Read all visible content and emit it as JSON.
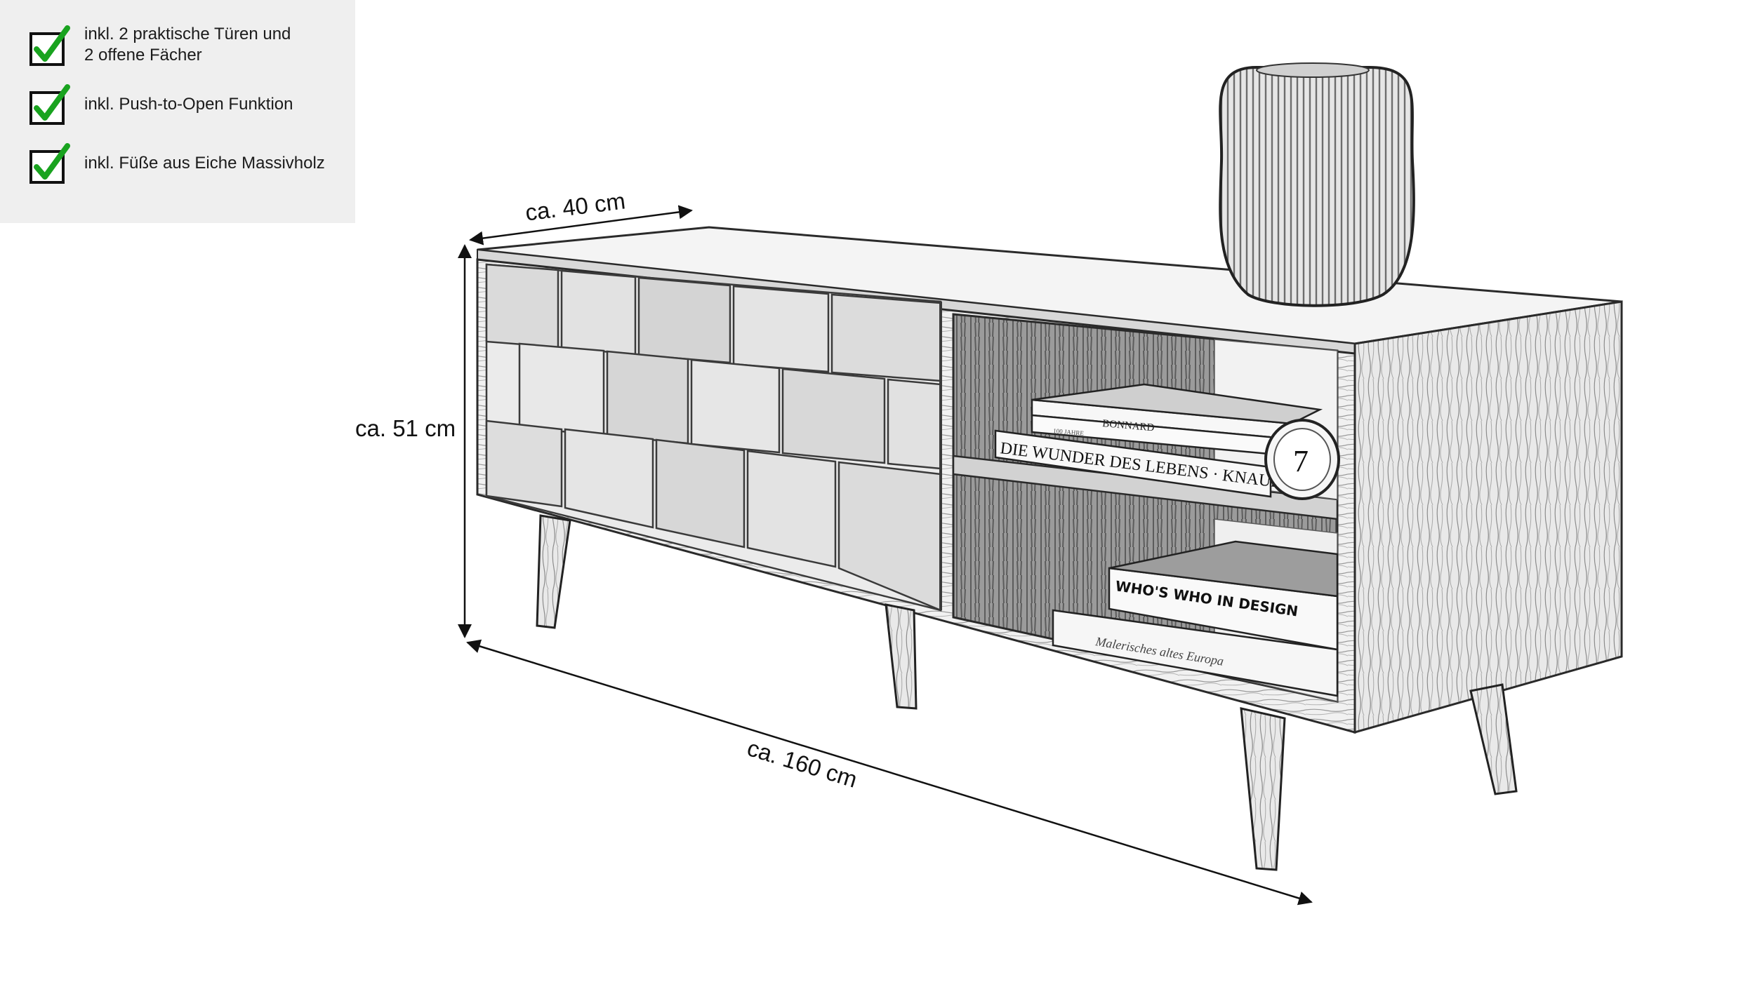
{
  "features": [
    {
      "text": "inkl. 2 praktische Türen und\n2 offene Fächer",
      "icon": "checkmark-box-icon"
    },
    {
      "text": "inkl. Push-to-Open Funktion",
      "icon": "checkmark-box-icon"
    },
    {
      "text": "inkl. Füße aus Eiche Massivholz",
      "icon": "checkmark-box-icon"
    }
  ],
  "dimensions": {
    "depth": "ca. 40 cm",
    "height": "ca. 51 cm",
    "width": "ca. 160 cm"
  },
  "books": {
    "top_title": "BONNARD",
    "top_subtitle": "100 JAHRE",
    "middle": "DIE WUNDER DES LEBENS · KNAUR",
    "lower_title": "WHO'S WHO IN DESIGN",
    "bottom_title": "Malerisches altes Europa"
  },
  "clock_number": "7",
  "colors": {
    "panel_background": "#efefef",
    "check_green": "#19a31f",
    "sketch_ink": "#2a2a2a"
  }
}
